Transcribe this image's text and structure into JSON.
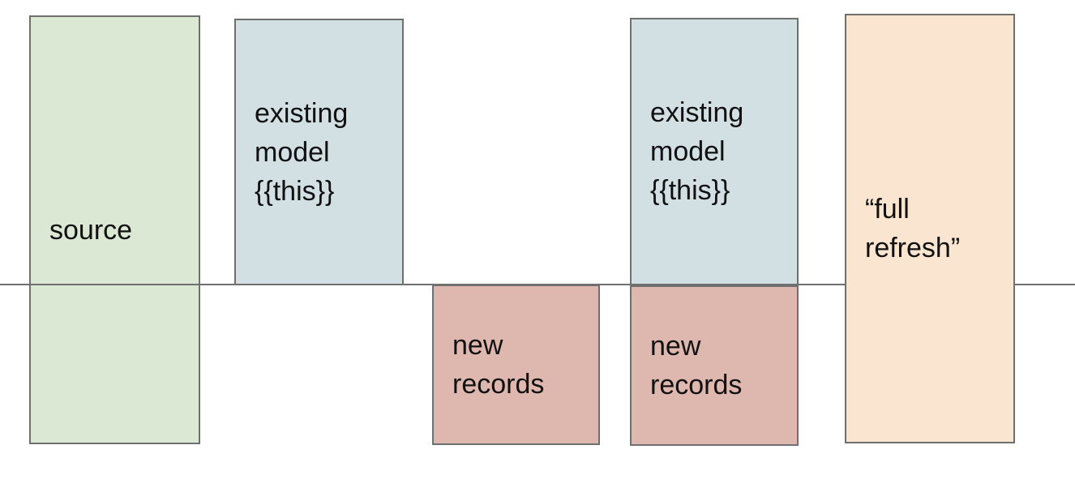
{
  "diagram": {
    "divider_line_color": "#6f6f6f",
    "box_border_color": "#6f6f6f",
    "text_color": "#111111",
    "boxes": {
      "source": {
        "fill": "#dbe8d4",
        "lines": [
          "source"
        ]
      },
      "existing_model_1": {
        "fill": "#d2dfe3",
        "lines": [
          "existing",
          "model",
          "{{this}}"
        ]
      },
      "new_records_1": {
        "fill": "#deb8af",
        "lines": [
          "new",
          "records"
        ]
      },
      "existing_model_2": {
        "fill": "#d2dfe3",
        "lines": [
          "existing",
          "model",
          "{{this}}"
        ]
      },
      "new_records_2": {
        "fill": "#deb8af",
        "lines": [
          "new",
          "records"
        ]
      },
      "full_refresh": {
        "fill": "#f9e5d0",
        "lines": [
          "“full",
          "refresh”"
        ]
      }
    }
  }
}
